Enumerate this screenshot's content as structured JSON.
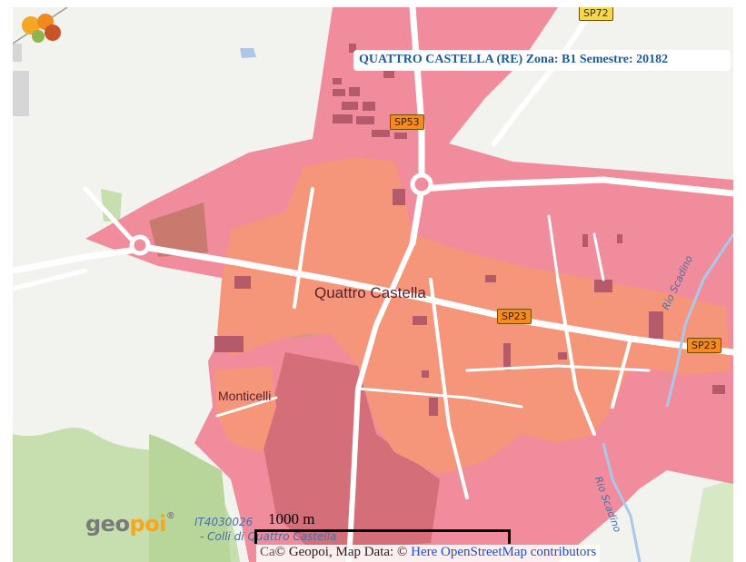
{
  "map": {
    "title": "QUATTRO CASTELLA (RE) Zona: B1 Semestre: 20182",
    "place_labels": {
      "town": "Quattro Castella",
      "village": "Monticelli"
    },
    "road_shields": {
      "sp72": "SP72",
      "sp53": "SP53",
      "sp23_center": "SP23",
      "sp23_east": "SP23"
    },
    "waterway_labels": {
      "rio_scadino": "Rio Scadino",
      "rio_south": "Rio Scadino"
    },
    "protected_area": {
      "code": "IT4030026",
      "name": "- Colli di Quattro Castella"
    },
    "logo": {
      "name": "geopoi",
      "part_a": "geo",
      "part_b": "poi",
      "registered": "®"
    },
    "scale": {
      "label": "1000 m"
    },
    "attribution": {
      "prefix": "Ca",
      "text": "© Geopoi, Map Data: © ",
      "here_link": "Here",
      "osm_link": "OpenStreetMap contributors"
    },
    "colors": {
      "zone_fill": "#f08c9b",
      "center_fill": "#f5967a",
      "background": "#f2f2ef",
      "green_area": "#c7dfae",
      "title_text": "#1f5a99",
      "link": "#1a4fd0",
      "shield_orange": "#f58a1f",
      "shield_yellow": "#f5d94a"
    }
  }
}
